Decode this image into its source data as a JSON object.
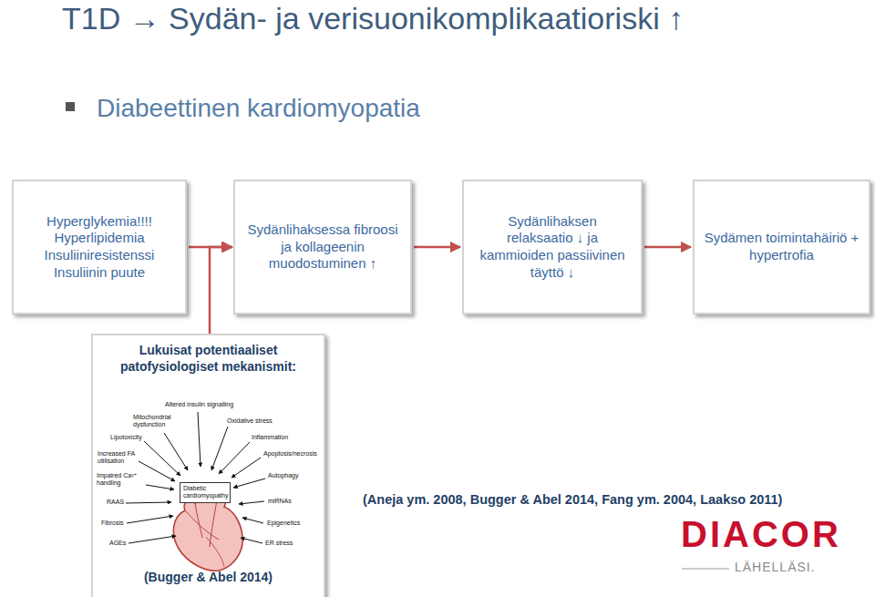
{
  "diagram": {
    "title": "T1D → Sydän- ja verisuonikomplikaatioriski ↑",
    "nodes": [
      {
        "text": [
          "Hyperglykemia!!!! Hyperlipidemia Insuliiniresistenssi Insuliinin puute"
        ]
      },
      {
        "text": [
          "Sydänlihaksessa fibroosi ja kollageenin muodostuminen ↑"
        ]
      },
      {
        "text": [
          "Sydänlihaksen relaksaatio ↓ ja kammioiden passiivinen täyttö ↓"
        ]
      },
      {
        "text": [
          "Sydämen toimintahäiriö + hypertrofia"
        ]
      },
      {
        "text": [
          "Lukuisat potentiaaliset patofysiologiset mekanismit:",
          "(Bugger & Abel 2014)"
        ]
      },
      {
        "text": [
          "Diabetic cardiomyopathy"
        ],
        "in": 4
      }
    ],
    "edges": [
      {
        "from": 0,
        "to": 1,
        "arrow": "to"
      },
      {
        "from": 1,
        "to": 2,
        "arrow": "to"
      },
      {
        "from": 2,
        "to": 3,
        "arrow": "to"
      },
      {
        "from": 4,
        "to": 1,
        "arrow": "to"
      }
    ],
    "labels": [
      "Diabeettinen kardiomyopatia",
      "Altered insulin signalling",
      "Mitochondrial dysfunction",
      "Oxidative stress",
      "Lipotoxicity",
      "Inflammation",
      "Increased FA utilisation",
      "Apoptosis/necrosis",
      "Impaired Ca²⁺ handling",
      "Autophagy",
      "RAAS",
      "miRNAs",
      "Fibrosis",
      "Epigenetics",
      "AGEs",
      "ER stress",
      "(Aneja ym. 2008, Bugger & Abel 2014, Fang ym. 2004, Laakso 2011)",
      "DIACOR",
      "LÄHELLÄSI."
    ]
  }
}
